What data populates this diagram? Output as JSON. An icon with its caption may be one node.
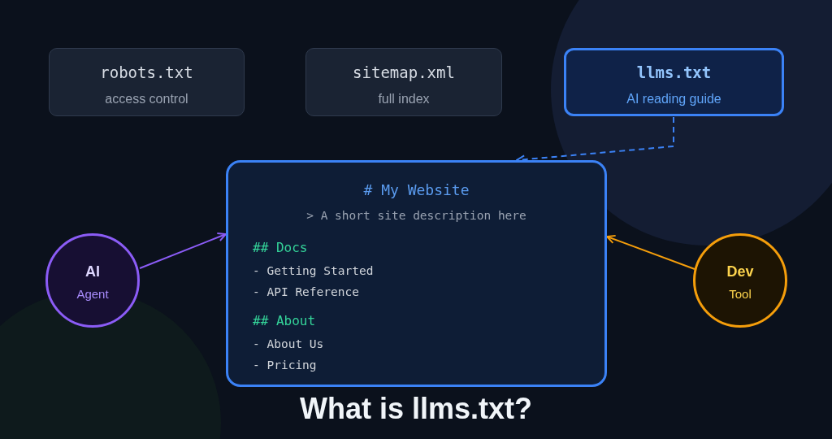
{
  "diagram": {
    "title": "What is llms.txt?",
    "nodes": [
      {
        "text": [
          "robots.txt",
          "access control"
        ]
      },
      {
        "text": [
          "sitemap.xml",
          "full index"
        ]
      },
      {
        "text": [
          "llms.txt",
          "AI reading guide"
        ]
      },
      {
        "text": [
          "# My Website",
          "> A short site description here",
          "## Docs",
          "- Getting Started",
          "- API Reference",
          "## About",
          "- About Us",
          "- Pricing"
        ]
      },
      {
        "text": [
          "AI",
          "Agent"
        ]
      },
      {
        "text": [
          "Dev",
          "Tool"
        ]
      }
    ],
    "edges": [
      {
        "from": 2,
        "to": 3,
        "arrow": "to",
        "style": "dashed",
        "color": "#3b82f6"
      },
      {
        "from": 4,
        "to": 3,
        "arrow": "to",
        "color": "#8b5cf6"
      },
      {
        "from": 5,
        "to": 3,
        "arrow": "to",
        "color": "#f59e0b"
      }
    ]
  }
}
